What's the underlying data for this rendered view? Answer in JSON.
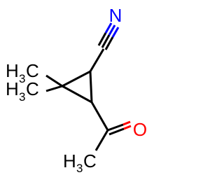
{
  "molecule": {
    "atoms": {
      "nitrogen": "N",
      "oxygen": "O",
      "methyl_top": {
        "main": "H",
        "sub": "3",
        "tail": "C"
      },
      "methyl_mid": {
        "main": "H",
        "sub": "3",
        "tail": "C"
      },
      "methyl_bottom": {
        "main": "H",
        "sub": "3",
        "tail": "C"
      }
    },
    "colors": {
      "carbon": "#000000",
      "nitrogen": "#0000ff",
      "oxygen": "#ff0000",
      "background": "#ffffff"
    }
  }
}
